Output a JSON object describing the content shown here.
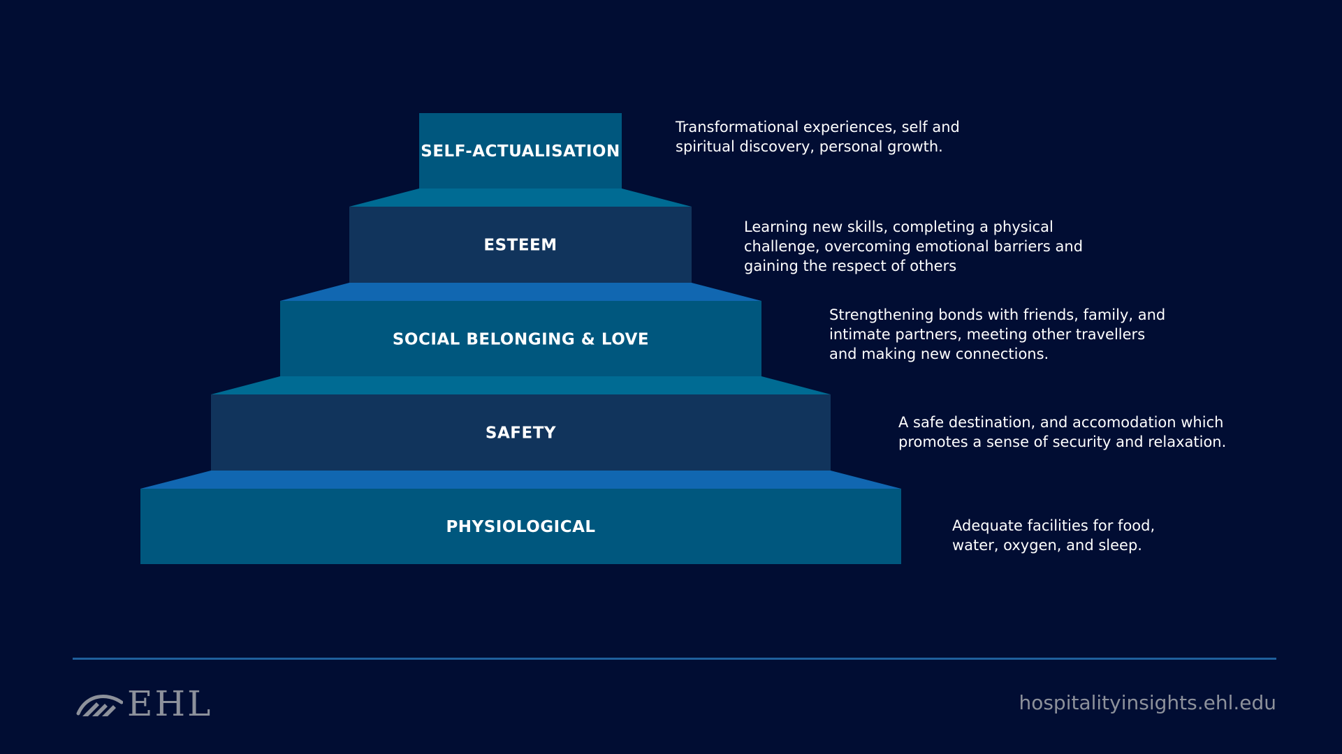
{
  "levels": [
    {
      "name": "SELF-ACTUALISATION",
      "description": "Transformational experiences, self and\nspiritual discovery, personal growth.",
      "face_color": "#00577e",
      "bevel_color": "#006b93"
    },
    {
      "name": "ESTEEM",
      "description": "Learning new skills, completing a physical\nchallenge, overcoming emotional barriers and\ngaining the respect of others",
      "face_color": "#11345c",
      "bevel_color": "#006b93"
    },
    {
      "name": "SOCIAL BELONGING & LOVE",
      "description": "Strengthening bonds with friends, family, and\nintimate partners, meeting other travellers\nand making new connections.",
      "face_color": "#00577e",
      "bevel_color": "#1167b1"
    },
    {
      "name": "SAFETY",
      "description": "A safe destination, and accomodation which\npromotes a sense of security and relaxation.",
      "face_color": "#11345c",
      "bevel_color": "#006b93"
    },
    {
      "name": "PHYSIOLOGICAL",
      "description": "Adequate facilities for food,\nwater, oxygen, and sleep.",
      "face_color": "#00577e",
      "bevel_color": "#1167b1"
    }
  ],
  "footer": {
    "logo_text": "EHL",
    "url": "hospitalityinsights.ehl.edu"
  },
  "colors": {
    "background": "#010d33",
    "divider": "#1f5f9c",
    "footer_text": "#8d919b"
  }
}
